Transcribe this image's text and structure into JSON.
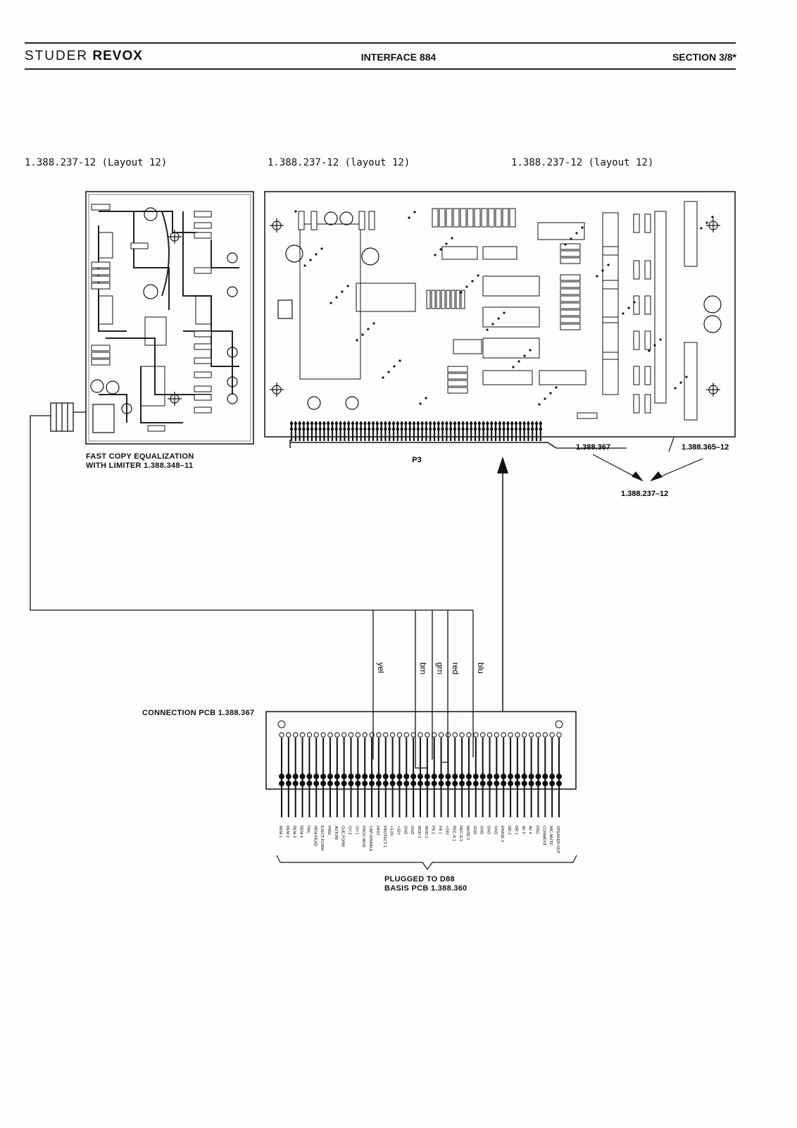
{
  "header": {
    "brand_left": "STUDER",
    "brand_right": "REVOX",
    "title": "INTERFACE 884",
    "section": "SECTION 3/8*"
  },
  "layout_labels": [
    "1.388.237-12 (Layout 12)",
    "1.388.237-12 (layout 12)",
    "1.388.237-12 (layout 12)"
  ],
  "fast_copy": {
    "caption_line1": "FAST COPY EQUALIZATION",
    "caption_line2": "WITH LIMITER  1.388.348–11"
  },
  "main_pcb": {
    "connector_label": "P3",
    "ref_a": "1.388.367",
    "ref_b": "1.388.365–12",
    "ref_sum": "1.388.237–12"
  },
  "wires": [
    "yel",
    "brn",
    "grn",
    "red",
    "blu"
  ],
  "connection_pcb": {
    "caption": "CONNECTION PCB  1.388.367",
    "pins": [
      "REM 1",
      "REM 2",
      "REM 3",
      "REM 4",
      "FAIL",
      "REM-READ",
      "EJECT-FORW",
      "PRIG",
      "AUTOM",
      "CUE-FORW",
      "CH 2",
      "CH 1",
      "PROC-MOD",
      "CAP-DISABLE",
      "FAST",
      "PROTECT 1",
      "+5,0V",
      "+32V",
      "GND",
      "GND",
      "MOD 2",
      "MOD 1",
      "FR 2",
      "FR 1",
      "+24V",
      "REC-N 1",
      "REC-N 2",
      "MUTE 2",
      "GND",
      "GND",
      "GND",
      "GND",
      "ERASE 2",
      "DR 2",
      "DR 1",
      "AV 5",
      "AV 4",
      "PRG",
      "COMMENT",
      "MIC-MUTE",
      "SPEAKER-OUT"
    ]
  },
  "plugged": {
    "line1": "PLUGGED TO D88",
    "line2": "BASIS PCB   1.388.360"
  }
}
